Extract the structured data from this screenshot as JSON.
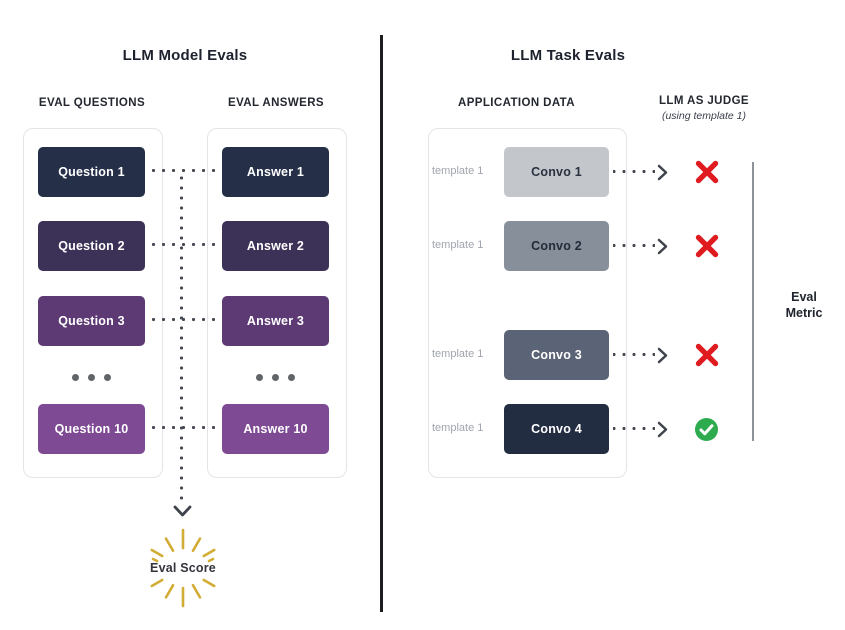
{
  "left_section": {
    "title": "LLM Model Evals",
    "questions_header": "EVAL QUESTIONS",
    "answers_header": "EVAL ANSWERS",
    "score_label": "Eval Score",
    "rows": [
      {
        "question": "Question 1",
        "answer": "Answer 1",
        "color": "#253048",
        "text_color": "#ffffff"
      },
      {
        "question": "Question 2",
        "answer": "Answer 2",
        "color": "#3c3156",
        "text_color": "#ffffff"
      },
      {
        "question": "Question 3",
        "answer": "Answer 3",
        "color": "#5e3a74",
        "text_color": "#ffffff"
      },
      {
        "question": "Question 10",
        "answer": "Answer 10",
        "color": "#7e4a94",
        "text_color": "#ffffff"
      }
    ]
  },
  "right_section": {
    "title": "LLM Task Evals",
    "data_header": "APPLICATION DATA",
    "judge_header": "LLM AS JUDGE",
    "judge_subheader": "(using template 1)",
    "metric_label": "Eval Metric",
    "rows": [
      {
        "template_label": "template 1",
        "convo": "Convo 1",
        "color": "#c3c7cc",
        "text_color": "#2a3140",
        "result": "fail"
      },
      {
        "template_label": "template 1",
        "convo": "Convo 2",
        "color": "#878f9b",
        "text_color": "#242b3a",
        "result": "fail"
      },
      {
        "template_label": "template 1",
        "convo": "Convo 3",
        "color": "#5b6476",
        "text_color": "#ffffff",
        "result": "fail"
      },
      {
        "template_label": "template 1",
        "convo": "Convo 4",
        "color": "#232d42",
        "text_color": "#ffffff",
        "result": "pass"
      }
    ]
  },
  "colors": {
    "fail_icon": "#e01b1f",
    "pass_icon": "#2eab4f",
    "sparkle": "#d2ac35",
    "connector_dots": "#454952",
    "divider": "#1c1d20"
  }
}
